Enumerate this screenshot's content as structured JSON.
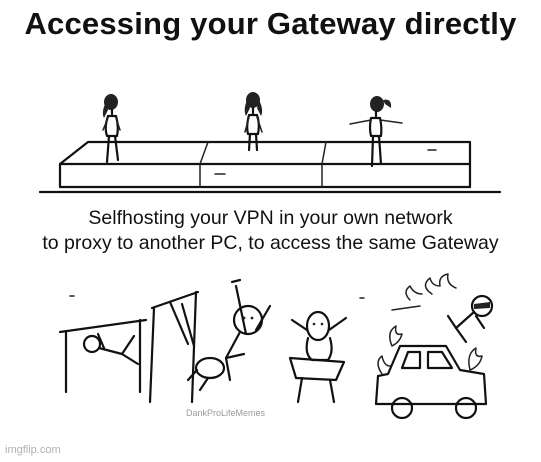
{
  "top_caption": "Accessing your Gateway directly",
  "bottom_caption": {
    "line1": "Selfhosting your VPN in your own network",
    "line2": "to proxy to another PC, to access the same Gateway"
  },
  "watermarks": {
    "middle": "DankProLifeMemes",
    "corner": "imgflip.com"
  }
}
